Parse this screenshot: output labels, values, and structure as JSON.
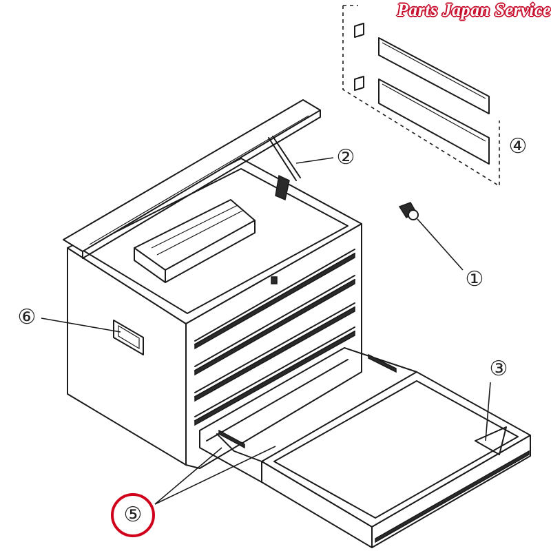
{
  "brand": {
    "text": "Parts Japan Service",
    "color": "#c8102e"
  },
  "highlight_color": "#d0021b",
  "callouts": [
    {
      "id": "1",
      "label": "①"
    },
    {
      "id": "2",
      "label": "②"
    },
    {
      "id": "3",
      "label": "③"
    },
    {
      "id": "4",
      "label": "④"
    },
    {
      "id": "5",
      "label": "⑤",
      "highlighted": true
    },
    {
      "id": "6",
      "label": "⑥"
    }
  ]
}
